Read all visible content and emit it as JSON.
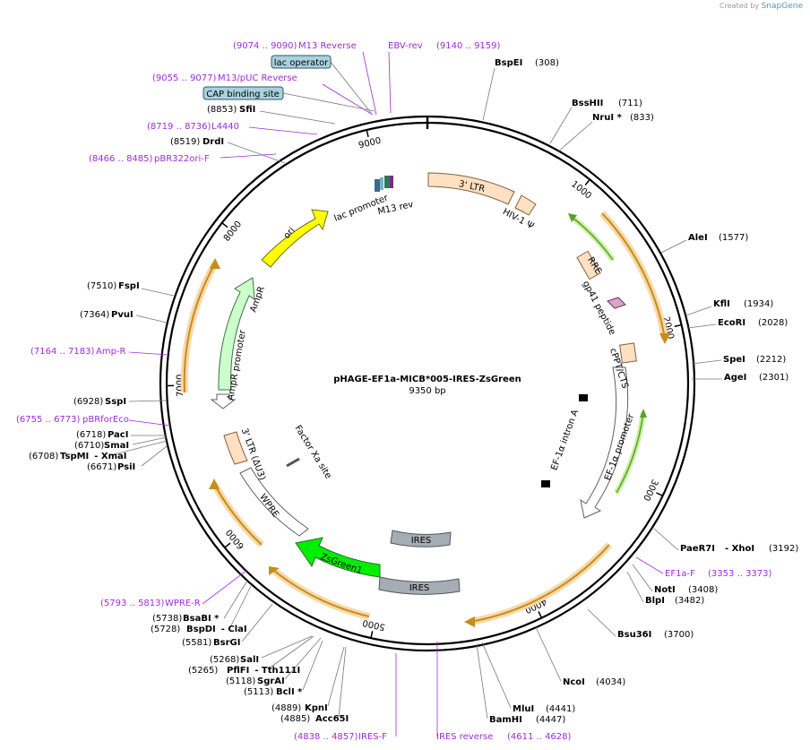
{
  "credit": {
    "prefix": "Created by",
    "brand": "SnapGene"
  },
  "plasmid": {
    "name": "pHAGE-EF1a-MICB*005-IRES-ZsGreen",
    "length": "9350 bp"
  },
  "ticks": [
    {
      "pos": 1000,
      "label": "1000"
    },
    {
      "pos": 2000,
      "label": "2000"
    },
    {
      "pos": 3000,
      "label": "3000"
    },
    {
      "pos": 4000,
      "label": "4000"
    },
    {
      "pos": 5000,
      "label": "5000"
    },
    {
      "pos": 6000,
      "label": "6000"
    },
    {
      "pos": 7000,
      "label": "7000"
    },
    {
      "pos": 8000,
      "label": "8000"
    },
    {
      "pos": 9000,
      "label": "9000"
    }
  ],
  "enzymes": [
    {
      "name": "BspEI",
      "pos": "(308)"
    },
    {
      "name": "BssHII",
      "pos": "(711)"
    },
    {
      "name": "NruI *",
      "pos": "(833)"
    },
    {
      "name": "AleI",
      "pos": "(1577)"
    },
    {
      "name": "KflI",
      "pos": "(1934)"
    },
    {
      "name": "EcoRI",
      "pos": "(2028)"
    },
    {
      "name": "SpeI",
      "pos": "(2212)"
    },
    {
      "name": "AgeI",
      "pos": "(2301)"
    },
    {
      "name": "PaeR7I",
      "pos": "- XhoI",
      "extra": "(3192)"
    },
    {
      "name": "NotI",
      "pos": "(3408)"
    },
    {
      "name": "BlpI",
      "pos": "(3482)"
    },
    {
      "name": "Bsu36I",
      "pos": "(3700)"
    },
    {
      "name": "NcoI",
      "pos": "(4034)"
    },
    {
      "name": "MluI",
      "pos": "(4441)"
    },
    {
      "name": "BamHI",
      "pos": "(4447)"
    },
    {
      "name": "KpnI",
      "pos": "(4889)"
    },
    {
      "name": "Acc65I",
      "pos": "(4885)"
    },
    {
      "name": "BclI *",
      "pos": "(5113)"
    },
    {
      "name": "SgrAI",
      "pos": "(5118)"
    },
    {
      "name": "PflFI",
      "pos": "(5265)",
      "extra": "- Tth111I"
    },
    {
      "name": "SalI",
      "pos": "(5268)"
    },
    {
      "name": "BsrGI",
      "pos": "(5581)"
    },
    {
      "name": "BspDI",
      "pos": "(5728)",
      "extra": "- ClaI"
    },
    {
      "name": "BsaBI *",
      "pos": "(5738)"
    },
    {
      "name": "PsiI",
      "pos": "(6671)"
    },
    {
      "name": "TspMI",
      "pos": "(6708)",
      "extra": "- XmaI"
    },
    {
      "name": "SmaI",
      "pos": "(6710)"
    },
    {
      "name": "PacI",
      "pos": "(6718)"
    },
    {
      "name": "SspI",
      "pos": "(6928)"
    },
    {
      "name": "PvuI",
      "pos": "(7364)"
    },
    {
      "name": "FspI",
      "pos": "(7510)"
    },
    {
      "name": "DrdI",
      "pos": "(8519)"
    },
    {
      "name": "SfiI",
      "pos": "(8853)"
    }
  ],
  "primers": [
    {
      "name": "M13 Reverse",
      "range": "(9074 .. 9090)"
    },
    {
      "name": "EBV-rev",
      "range": "(9140 .. 9159)"
    },
    {
      "name": "M13/pUC Reverse",
      "range": "(9055 .. 9077)"
    },
    {
      "name": "L4440",
      "range": "(8719 .. 8736)"
    },
    {
      "name": "pBR322ori-F",
      "range": "(8466 .. 8485)"
    },
    {
      "name": "Amp-R",
      "range": "(7164 .. 7183)"
    },
    {
      "name": "pBRforEco",
      "range": "(6755 .. 6773)"
    },
    {
      "name": "WPRE-R",
      "range": "(5793 .. 5813)"
    },
    {
      "name": "IRES-F",
      "range": "(4838 .. 4857)"
    },
    {
      "name": "IRES reverse",
      "range": "(4611 .. 4628)"
    },
    {
      "name": "EF1a-F",
      "range": "(3353 .. 3373)"
    }
  ],
  "boxed_features": [
    {
      "name": "lac operator"
    },
    {
      "name": "CAP binding site"
    }
  ],
  "features": [
    {
      "name": "3' LTR"
    },
    {
      "name": "HIV-1 Ψ"
    },
    {
      "name": "RRE"
    },
    {
      "name": "gp41 peptide"
    },
    {
      "name": "cPPT/CTS"
    },
    {
      "name": "EF-1α promoter"
    },
    {
      "name": "EF-1α intron A"
    },
    {
      "name": "IRES"
    },
    {
      "name": "IRES"
    },
    {
      "name": "ZsGreen1"
    },
    {
      "name": "WPRE"
    },
    {
      "name": "3' LTR (ΔU3)"
    },
    {
      "name": "Factor Xa site"
    },
    {
      "name": "AmpR promoter"
    },
    {
      "name": "AmpR"
    },
    {
      "name": "ori"
    },
    {
      "name": "lac promoter"
    },
    {
      "name": "M13 rev"
    }
  ],
  "colors": {
    "primer": "#a12bd6",
    "orf": "#f4a640",
    "ori": "#ffff00",
    "ampr": "#ccffcc",
    "ltr": "#ffe0c0",
    "zsgreen": "#00ee00",
    "ires": "#a6acb3"
  }
}
